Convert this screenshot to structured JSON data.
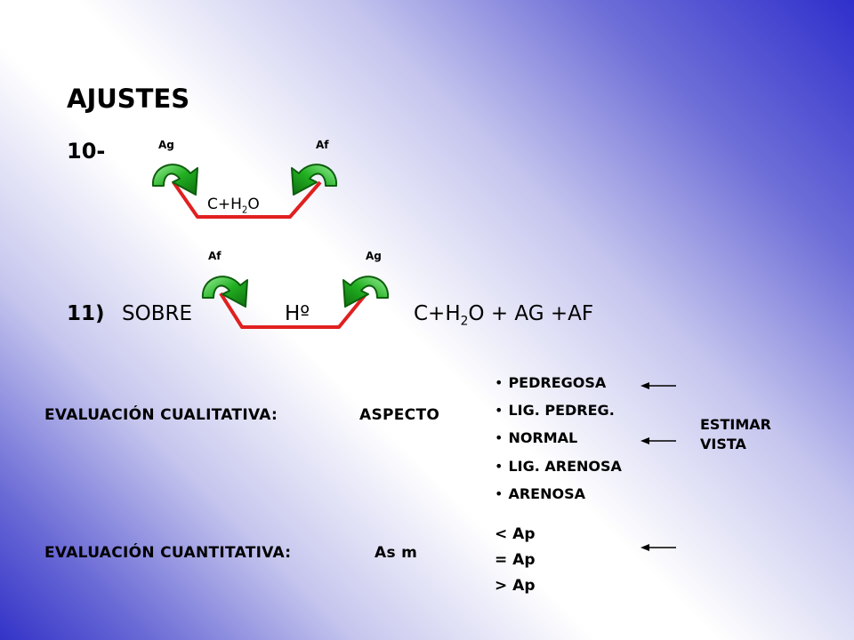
{
  "slide": {
    "title": "AJUSTES",
    "section10": {
      "number": "10-",
      "left_label": "Ag",
      "right_label": "Af",
      "formula_main": "C+H",
      "formula_sub": "2",
      "formula_end": "O"
    },
    "section11": {
      "left_label": "Af",
      "right_label": "Ag",
      "number": "11)",
      "word_sobre": "SOBRE",
      "word_h": "Hº",
      "formula_main": "C+H",
      "formula_sub": "2",
      "formula_end": "O + AG +AF"
    },
    "qualitative": {
      "label": "EVALUACIÓN CUALITATIVA:",
      "value": "ASPECTO",
      "options": [
        "PEDREGOSA",
        "LIG. PEDREG.",
        "NORMAL",
        "LIG. ARENOSA",
        "ARENOSA"
      ],
      "estimate_line1": "ESTIMAR",
      "estimate_line2": "VISTA"
    },
    "quantitative": {
      "label": "EVALUACIÓN CUANTITATIVA:",
      "value": "As m",
      "comparisons": [
        "< Ap",
        "= Ap",
        "> Ap"
      ]
    },
    "colors": {
      "arrow_green": "#22b022",
      "connector_red": "#e02020",
      "background_blue": "#3333cc"
    }
  }
}
